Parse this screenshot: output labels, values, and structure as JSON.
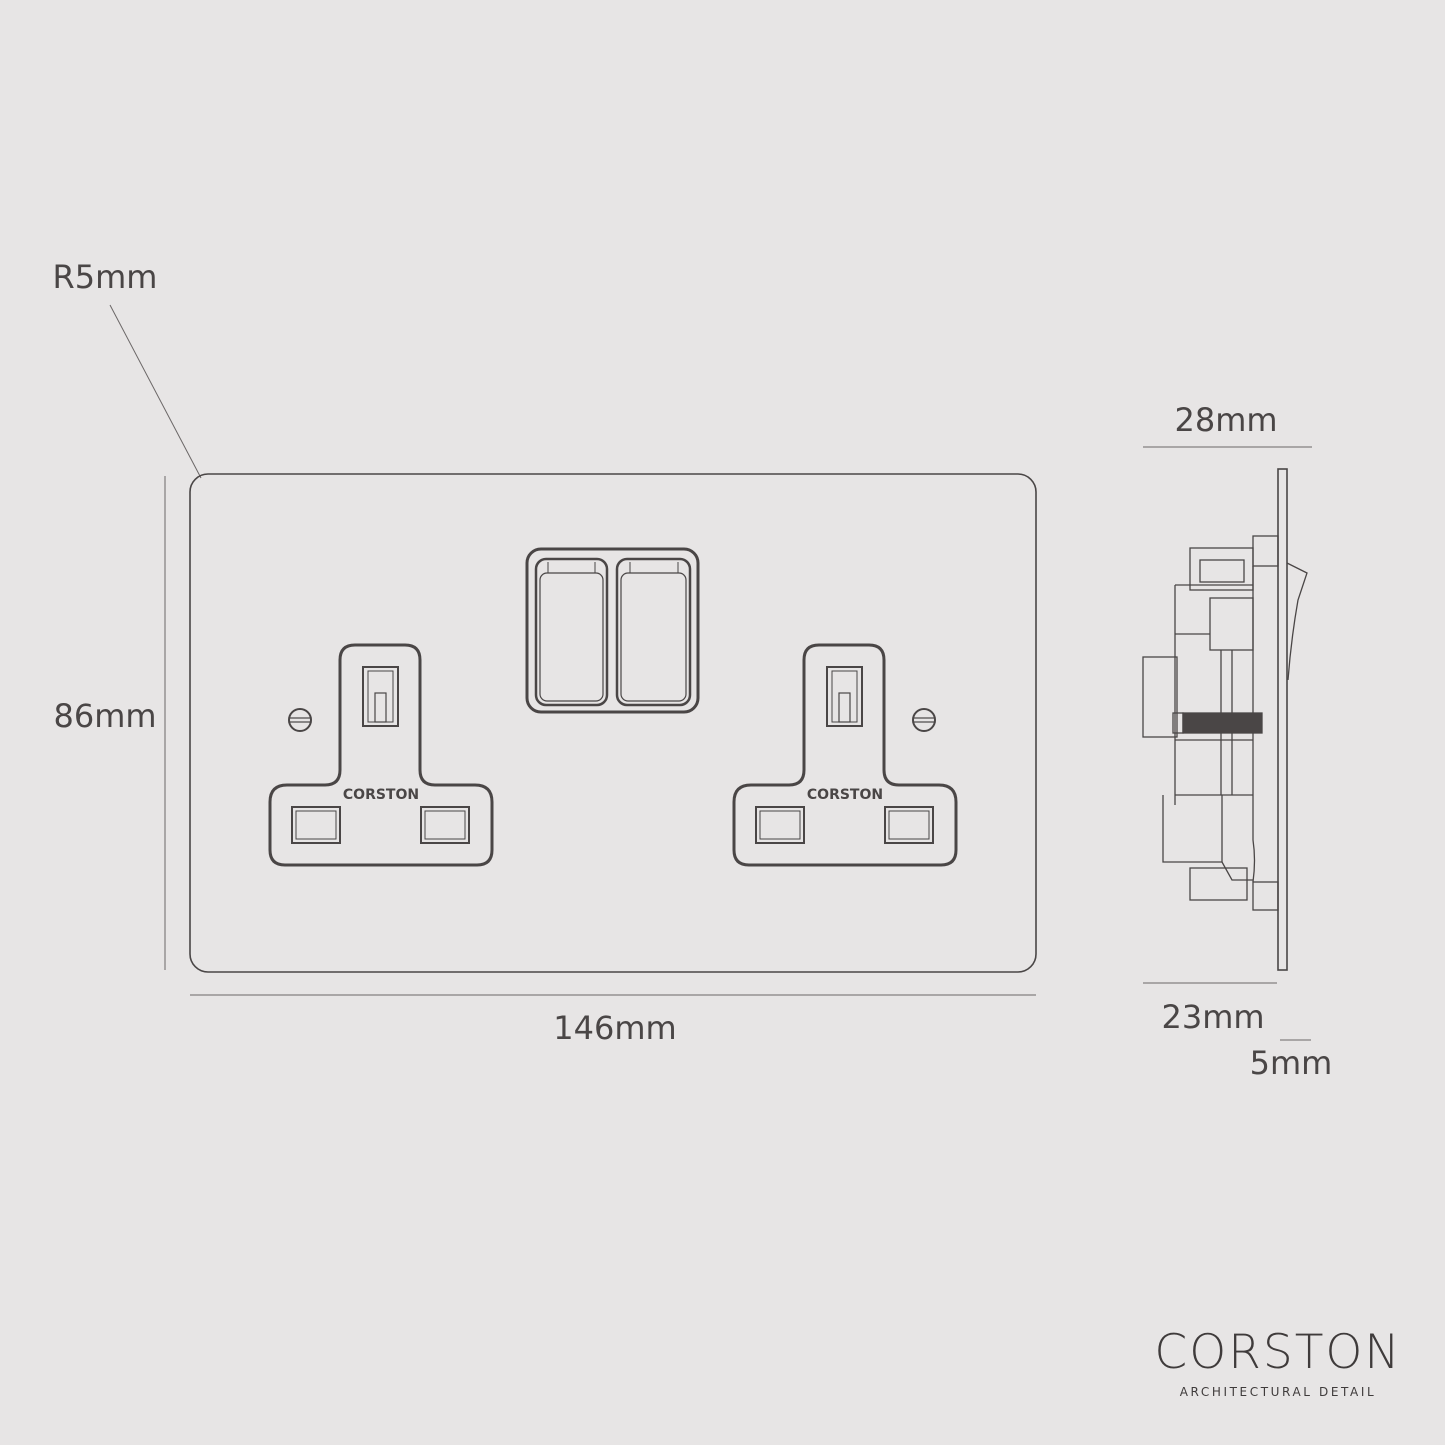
{
  "dimensions": {
    "corner_radius": "R5mm",
    "height": "86mm",
    "width": "146mm",
    "depth_total": "28mm",
    "depth_body": "23mm",
    "plate_thickness": "5mm"
  },
  "socket_brand_label": "CORSTON",
  "logo": {
    "name": "CORSTON",
    "tagline": "ARCHITECTURAL DETAIL"
  },
  "colors": {
    "background": "#e7e5e5",
    "line": "#4a4646"
  }
}
